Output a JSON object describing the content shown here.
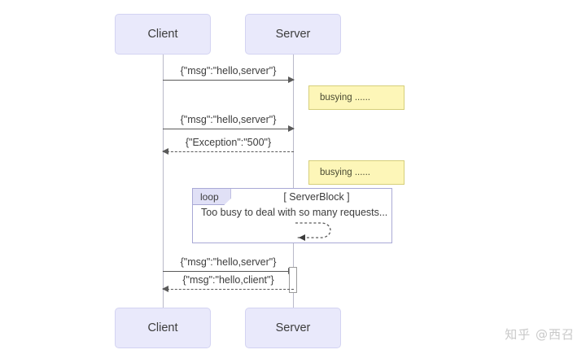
{
  "diagram": {
    "type": "sequence-diagram",
    "participants": [
      {
        "id": "client",
        "label": "Client"
      },
      {
        "id": "server",
        "label": "Server"
      }
    ],
    "messages": [
      {
        "id": "m1",
        "from": "client",
        "to": "server",
        "label": "{\"msg\":\"hello,server\"}",
        "style": "solid",
        "direction": "right"
      },
      {
        "id": "m2",
        "from": "client",
        "to": "server",
        "label": "{\"msg\":\"hello,server\"}",
        "style": "solid",
        "direction": "right"
      },
      {
        "id": "m3",
        "from": "server",
        "to": "client",
        "label": "{\"Exception\":\"500\"}",
        "style": "dashed",
        "direction": "left"
      },
      {
        "id": "m4",
        "from": "client",
        "to": "server",
        "label": "{\"msg\":\"hello,server\"}",
        "style": "solid",
        "direction": "right"
      },
      {
        "id": "m5",
        "from": "server",
        "to": "client",
        "label": "{\"msg\":\"hello,client\"}",
        "style": "dashed",
        "direction": "left"
      }
    ],
    "notes": [
      {
        "id": "n1",
        "text": "busying ......",
        "attached_to": "server"
      },
      {
        "id": "n2",
        "text": "busying ......",
        "attached_to": "server"
      }
    ],
    "fragment": {
      "kind": "loop",
      "tag": "loop",
      "condition": "[ ServerBlock ]",
      "self_message": "Too busy to deal with so many requests...",
      "self_message_style": "dashed"
    },
    "colors": {
      "participant_fill": "#e9e9fb",
      "participant_border": "#d3d3f2",
      "note_fill": "#fdf6b8",
      "note_border": "#d6cf7a",
      "fragment_border": "#a9a9d6",
      "fragment_tag_fill": "#e0e0f6",
      "line": "#5a5a5a",
      "lifeline": "#b9b9c9",
      "background": "#ffffff"
    }
  },
  "watermark": {
    "text": "知乎 @西召"
  }
}
